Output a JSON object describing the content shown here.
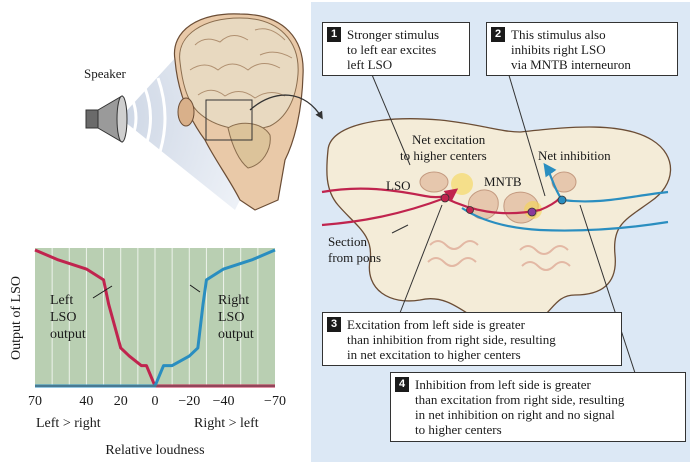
{
  "labels": {
    "speaker": "Speaker",
    "lso": "LSO",
    "mntb": "MNTB",
    "net_excitation": [
      "Net excitation",
      "to higher centers"
    ],
    "net_inhibition": "Net inhibition",
    "section": [
      "Section",
      "from pons"
    ]
  },
  "steps": [
    {
      "num": "1",
      "lines": [
        "Stronger stimulus",
        "to left ear excites",
        "left LSO"
      ]
    },
    {
      "num": "2",
      "lines": [
        "This stimulus also",
        "inhibits right LSO",
        "via MNTB interneuron"
      ]
    },
    {
      "num": "3",
      "lines": [
        "Excitation from left side is greater",
        "than inhibition from right side, resulting",
        "in net excitation to higher centers"
      ]
    },
    {
      "num": "4",
      "lines": [
        "Inhibition from left side is greater",
        "than excitation from right side, resulting",
        "in net inhibition on right and no signal",
        "to higher centers"
      ]
    }
  ],
  "colors": {
    "panel_bg": "#dce8f5",
    "pons_fill": "#f4ecd8",
    "excitation": "#c0244e",
    "inhibition": "#2a8ec0",
    "chart_bg": "#b9cfb2",
    "highlight": "#f6d64a"
  },
  "chart_data": {
    "type": "line",
    "title": "",
    "ylabel": "Output of LSO",
    "xlabel": "Relative loudness",
    "x_ticks": [
      "70",
      "40",
      "20",
      "0",
      "−20",
      "−40",
      "−70"
    ],
    "x_tick_values": [
      70,
      40,
      20,
      0,
      -20,
      -40,
      -70
    ],
    "xlim": [
      70,
      -70
    ],
    "ylim": [
      0,
      1
    ],
    "x_side_labels": [
      "Left > right",
      "Right > left"
    ],
    "grid": true,
    "series": [
      {
        "name_lines": [
          "Left",
          "LSO",
          "output"
        ],
        "color": "#c0244e",
        "x": [
          70,
          57,
          40,
          30,
          27,
          20,
          15,
          8,
          5,
          0,
          -20,
          -70
        ],
        "y": [
          1.0,
          0.93,
          0.86,
          0.78,
          0.6,
          0.28,
          0.22,
          0.15,
          0.15,
          0.0,
          0.0,
          0.0
        ]
      },
      {
        "name_lines": [
          "Right",
          "LSO",
          "output"
        ],
        "color": "#2a8ec0",
        "x": [
          70,
          20,
          0,
          -5,
          -10,
          -20,
          -25,
          -28,
          -30,
          -40,
          -57,
          -70
        ],
        "y": [
          0.0,
          0.0,
          0.0,
          0.15,
          0.15,
          0.22,
          0.28,
          0.6,
          0.78,
          0.86,
          0.93,
          1.0
        ]
      }
    ]
  }
}
